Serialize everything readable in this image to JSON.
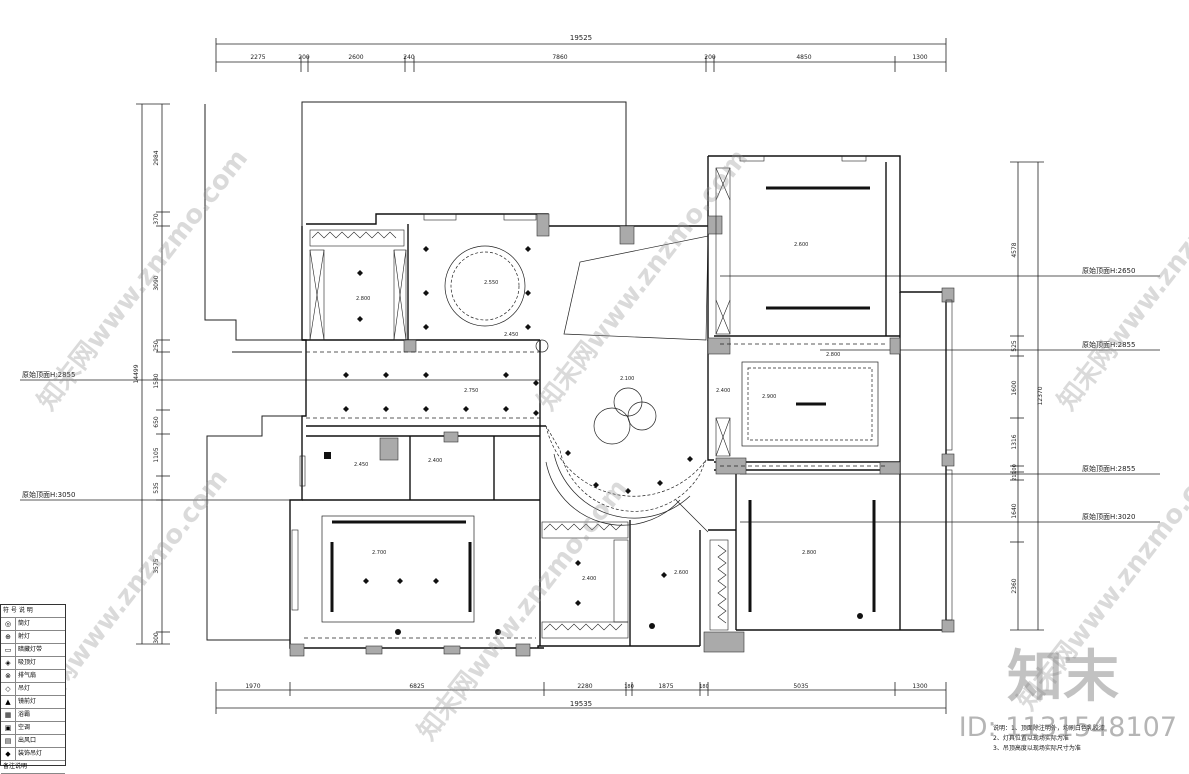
{
  "dims_top": {
    "total": "19525",
    "segments": [
      "2275",
      "200",
      "2600",
      "240",
      "7860",
      "200",
      "4850",
      "1300"
    ]
  },
  "dims_bottom": {
    "total": "19535",
    "segments": [
      "1970",
      "6825",
      "2280",
      "180",
      "1875",
      "180",
      "5035",
      "1300"
    ]
  },
  "dims_left": {
    "total": "14499",
    "segments": [
      "2984",
      "370",
      "3090",
      "250",
      "1580",
      "650",
      "1105",
      "535",
      "3575",
      "300"
    ]
  },
  "dims_right": {
    "total": "12370",
    "segments": [
      "4578",
      "525",
      "1600",
      "1316",
      "100",
      "219",
      "1640",
      "2360"
    ]
  },
  "callouts": {
    "left_1": "原始顶面H:2855",
    "left_2": "原始顶面H:3050",
    "right_1": "原始顶面H:2650",
    "right_2": "原始顶面H:2855",
    "right_3": "原始顶面H:2855",
    "right_4": "原始顶面H:3020"
  },
  "levels": [
    "2.800",
    "2.550",
    "2.450",
    "2.750",
    "2.100",
    "2.600",
    "2.400",
    "2.900",
    "2.800",
    "2.700",
    "2.800",
    "2.400",
    "2.600",
    "2.450",
    "2.400"
  ],
  "legend": {
    "header": "符 号 说 明",
    "rows": [
      {
        "sym": "◎",
        "label": "筒灯"
      },
      {
        "sym": "⊕",
        "label": "射灯"
      },
      {
        "sym": "▭",
        "label": "暗藏灯带"
      },
      {
        "sym": "◈",
        "label": "吸顶灯"
      },
      {
        "sym": "⊗",
        "label": "排气扇"
      },
      {
        "sym": "◇",
        "label": "吊灯"
      },
      {
        "sym": "▲",
        "label": "镜前灯"
      },
      {
        "sym": "▦",
        "label": "浴霸"
      },
      {
        "sym": "▣",
        "label": "空调"
      },
      {
        "sym": "▤",
        "label": "出风口"
      },
      {
        "sym": "◆",
        "label": "装饰吊灯"
      }
    ],
    "footer": "备注说明"
  },
  "notes": [
    "说明：1、顶面除注明外，均刷白色乳胶漆",
    "2、灯具位置以现场实际为准",
    "3、吊顶高度以现场实际尺寸为准"
  ],
  "brand": "知末",
  "id_text": "ID: 1131548107",
  "watermark": "知末网www.znzmo.com"
}
